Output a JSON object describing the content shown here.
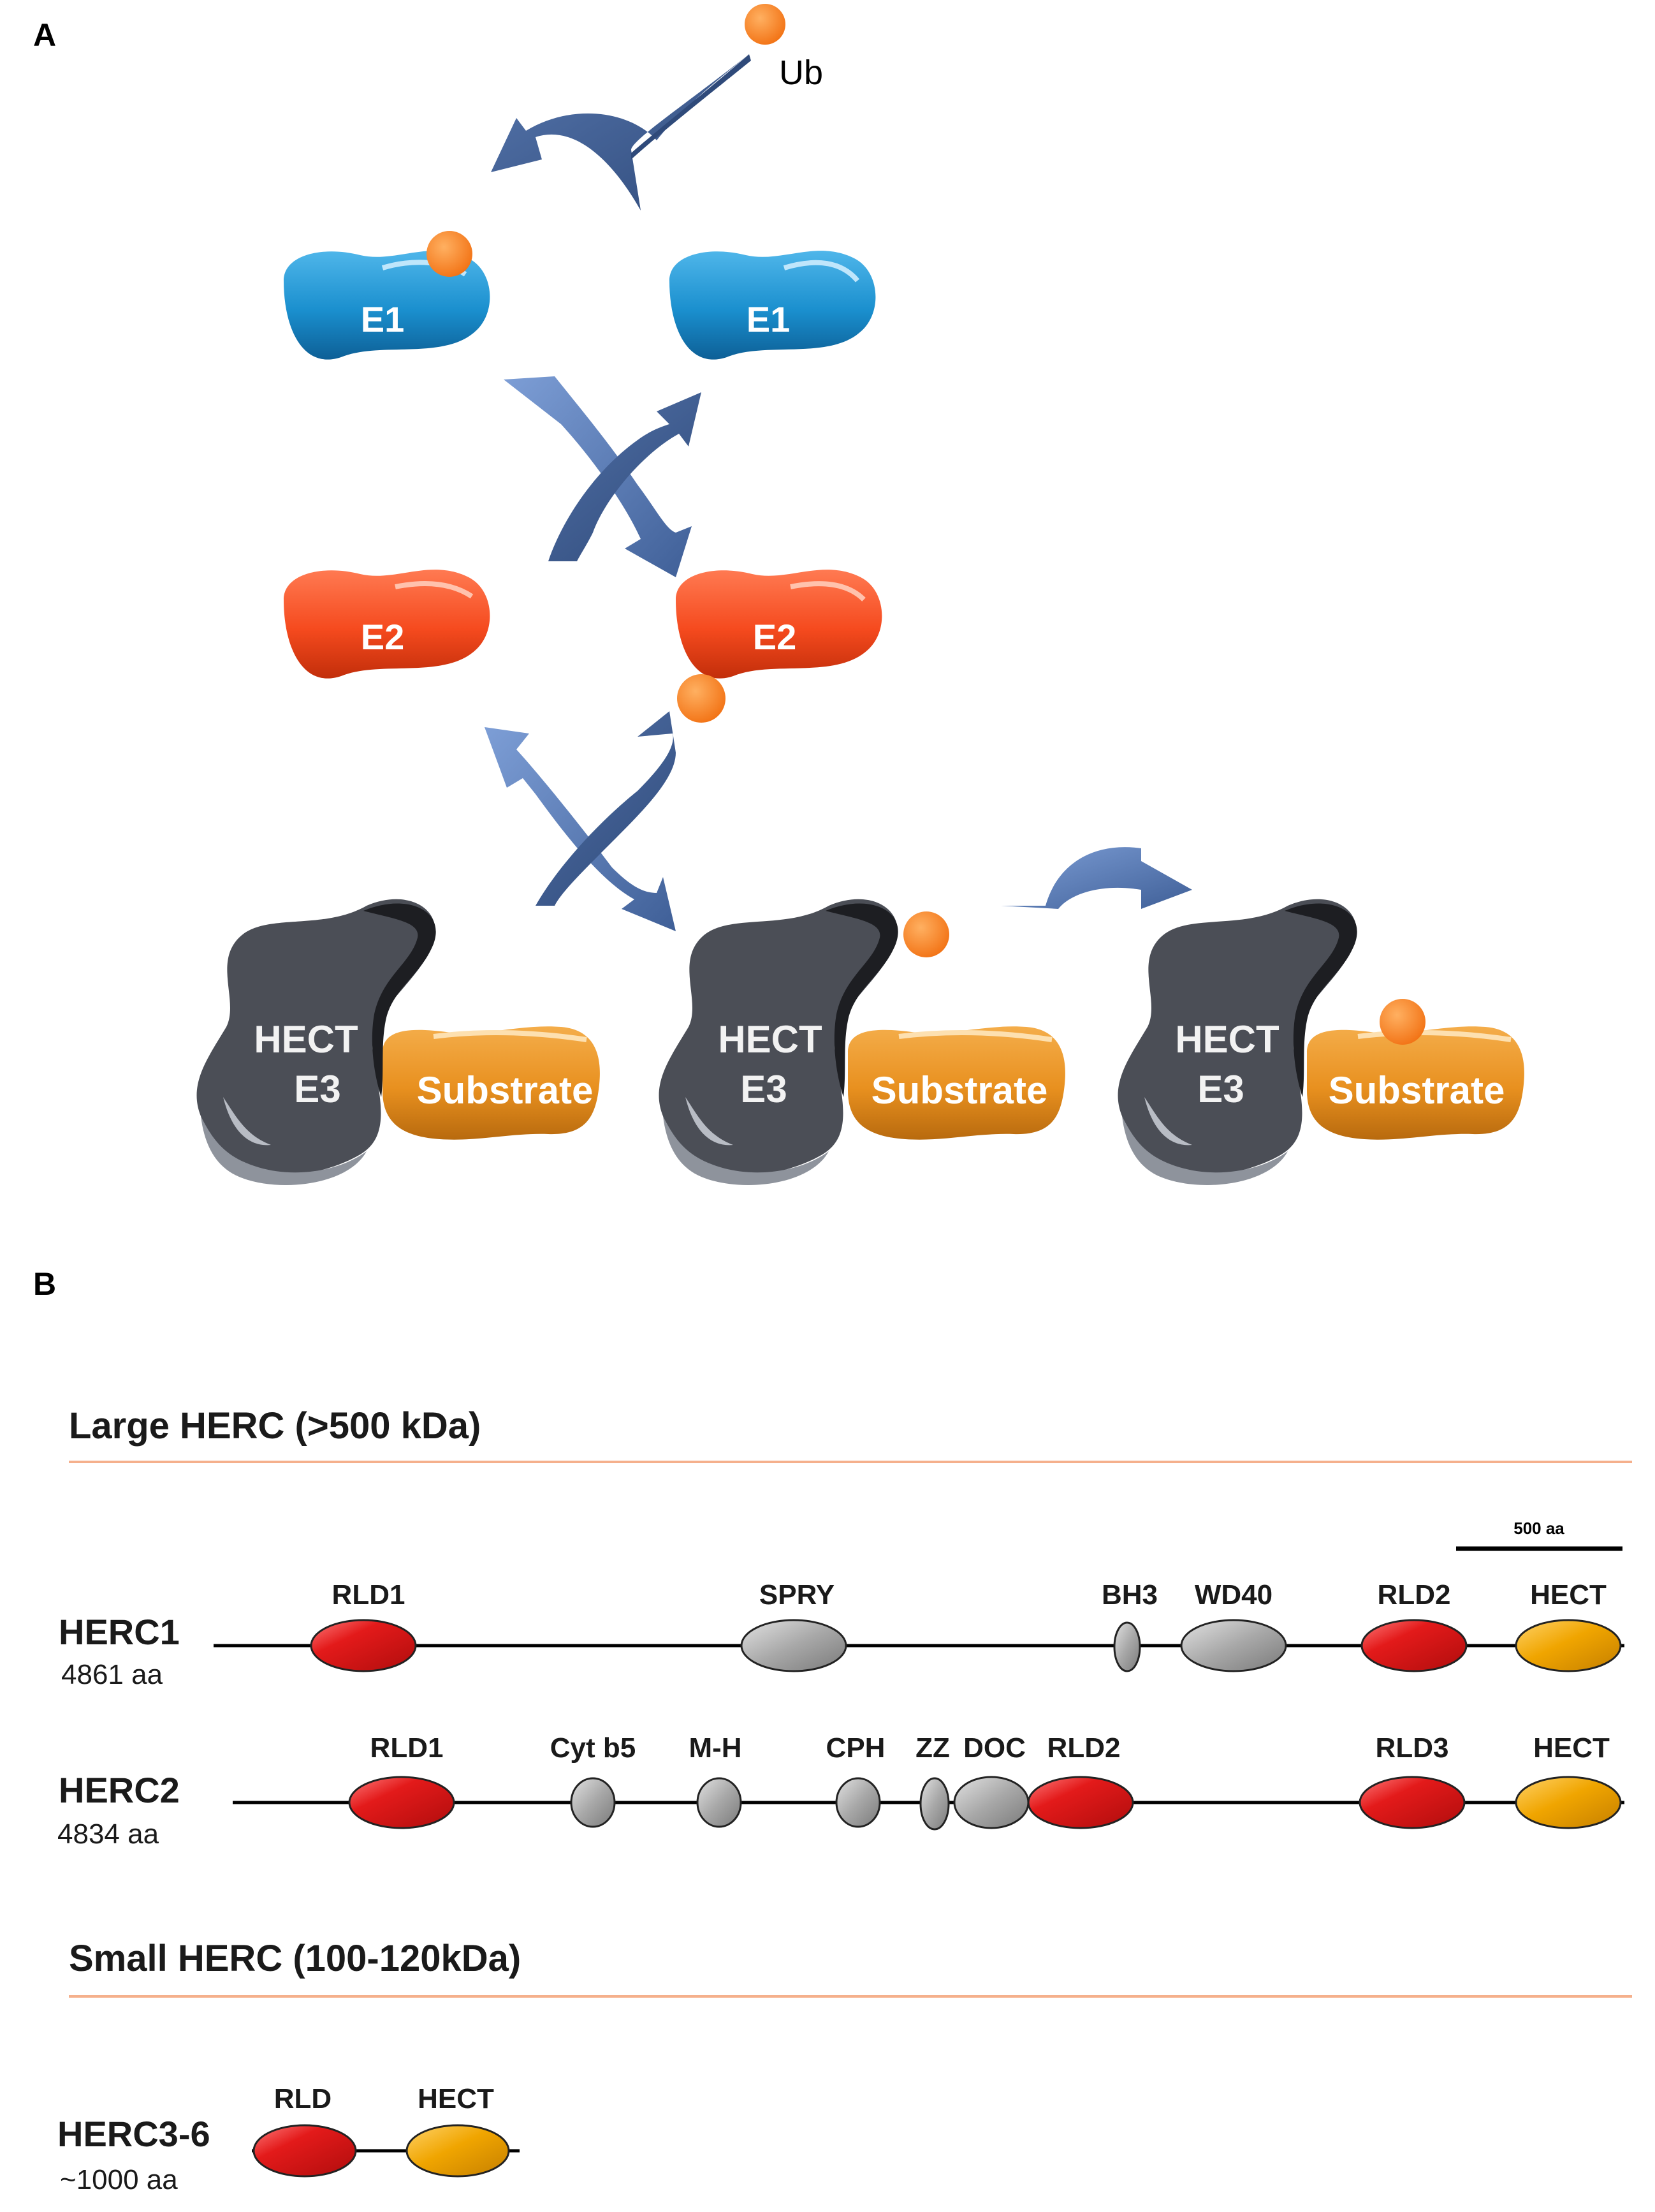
{
  "panels": {
    "a_label": "A",
    "b_label": "B"
  },
  "panel_a": {
    "ub_label": "Ub",
    "e1_left": "E1",
    "e1_right": "E1",
    "e2_left": "E2",
    "e2_right": "E2",
    "e3_line1": "HECT",
    "e3_line2": "E3",
    "substrate": "Substrate",
    "colors": {
      "ubiquitin": "#f58220",
      "e1": "#1a8fce",
      "e2": "#f54a1e",
      "hect": "#4b4e56",
      "substrate": "#e8901f",
      "arrow": "#5c7fba"
    }
  },
  "panel_b": {
    "large_title": "Large HERC (>500 kDa)",
    "small_title": "Small HERC (100-120kDa)",
    "scale_bar": "500 aa",
    "herc1": {
      "name": "HERC1",
      "length": "4861 aa",
      "domains": [
        "RLD1",
        "SPRY",
        "BH3",
        "WD40",
        "RLD2",
        "HECT"
      ]
    },
    "herc2": {
      "name": "HERC2",
      "length": "4834 aa",
      "domains": [
        "RLD1",
        "Cyt b5",
        "M-H",
        "CPH",
        "ZZ",
        "DOC",
        "RLD2",
        "RLD3",
        "HECT"
      ]
    },
    "herc3_6": {
      "name": "HERC3-6",
      "length": "~1000 aa",
      "domains": [
        "RLD",
        "HECT"
      ]
    },
    "colors": {
      "rld": "#e31a1a",
      "hect": "#f0a500",
      "other": "#9a9a9a",
      "divider": "#f5b08c"
    }
  }
}
